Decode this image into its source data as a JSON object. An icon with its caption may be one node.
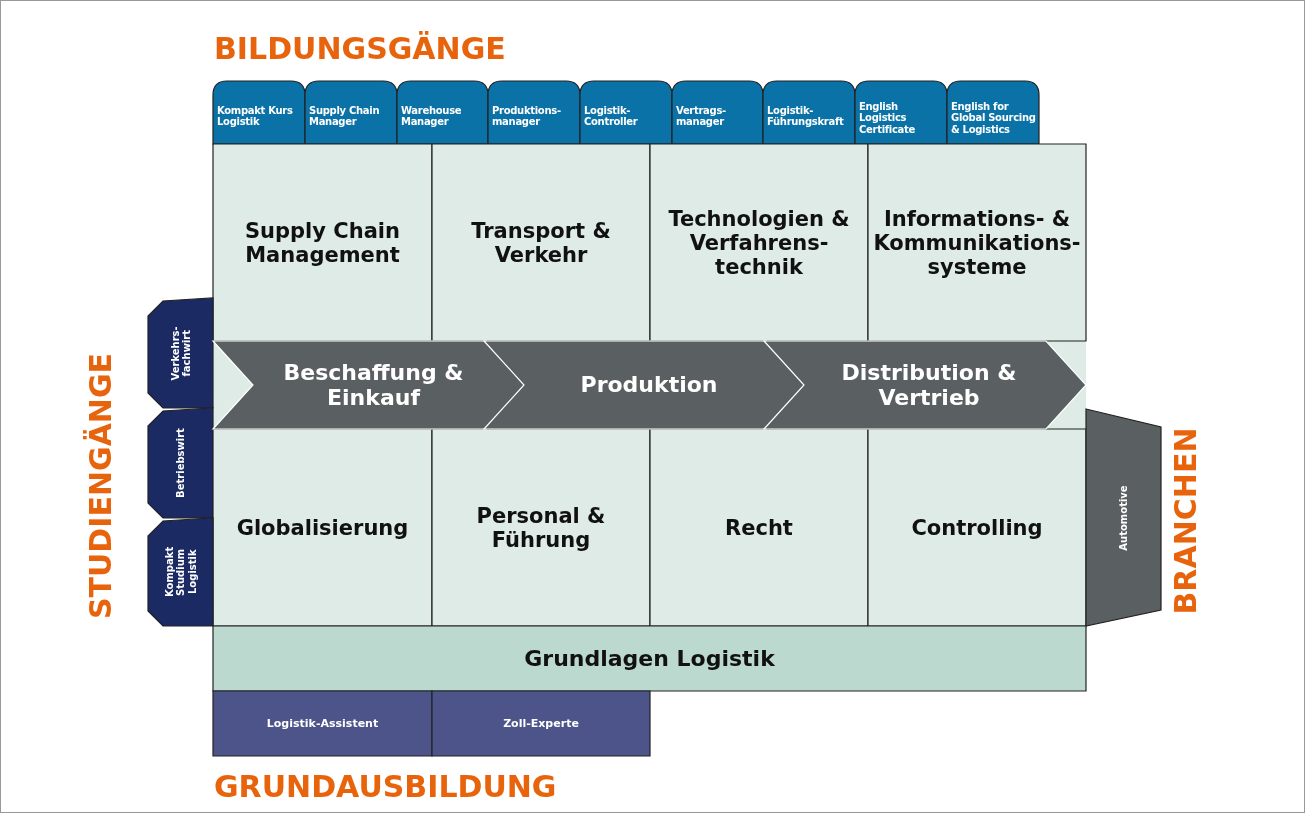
{
  "diagram": {
    "nodes": [
      {
        "text": [
          "Kompakt Kurs Logistik"
        ]
      },
      {
        "text": [
          "Supply Chain Manager"
        ]
      },
      {
        "text": [
          "Warehouse Manager"
        ]
      },
      {
        "text": [
          "Produktions-manager"
        ]
      },
      {
        "text": [
          "Logistik-Controller"
        ]
      },
      {
        "text": [
          "Vertrags-manager"
        ]
      },
      {
        "text": [
          "Logistik-Führungskraft"
        ]
      },
      {
        "text": [
          "English Logistics Certificate"
        ]
      },
      {
        "text": [
          "English for Global Sourcing & Logistics"
        ]
      },
      {
        "text": [
          "Supply Chain Management"
        ]
      },
      {
        "text": [
          "Transport & Verkehr"
        ]
      },
      {
        "text": [
          "Technologien & Verfahrens-technik"
        ]
      },
      {
        "text": [
          "Informations- & Kommunikations-systeme"
        ]
      },
      {
        "text": [
          "Verkehrs-fachwirt"
        ]
      },
      {
        "text": [
          "Beschaffung & Einkauf"
        ]
      },
      {
        "text": [
          "Produktion"
        ]
      },
      {
        "text": [
          "Distribution & Vertrieb"
        ]
      },
      {
        "text": [
          "Betriebswirt"
        ]
      },
      {
        "text": [
          "Globalisierung"
        ]
      },
      {
        "text": [
          "Personal & Führung"
        ]
      },
      {
        "text": [
          "Recht"
        ]
      },
      {
        "text": [
          "Controlling"
        ]
      },
      {
        "text": [
          "Automotive"
        ]
      },
      {
        "text": [
          "Kompakt Studium Logistik"
        ]
      },
      {
        "text": [
          "Grundlagen Logistik"
        ]
      },
      {
        "text": [
          "Logistik-Assistent"
        ]
      },
      {
        "text": [
          "Zoll-Experte"
        ]
      }
    ],
    "labels": [
      "BILDUNGSGÄNGE",
      "STUDIENGÄNGE",
      "BRANCHEN",
      "GRUNDAUSBILDUNG"
    ]
  }
}
